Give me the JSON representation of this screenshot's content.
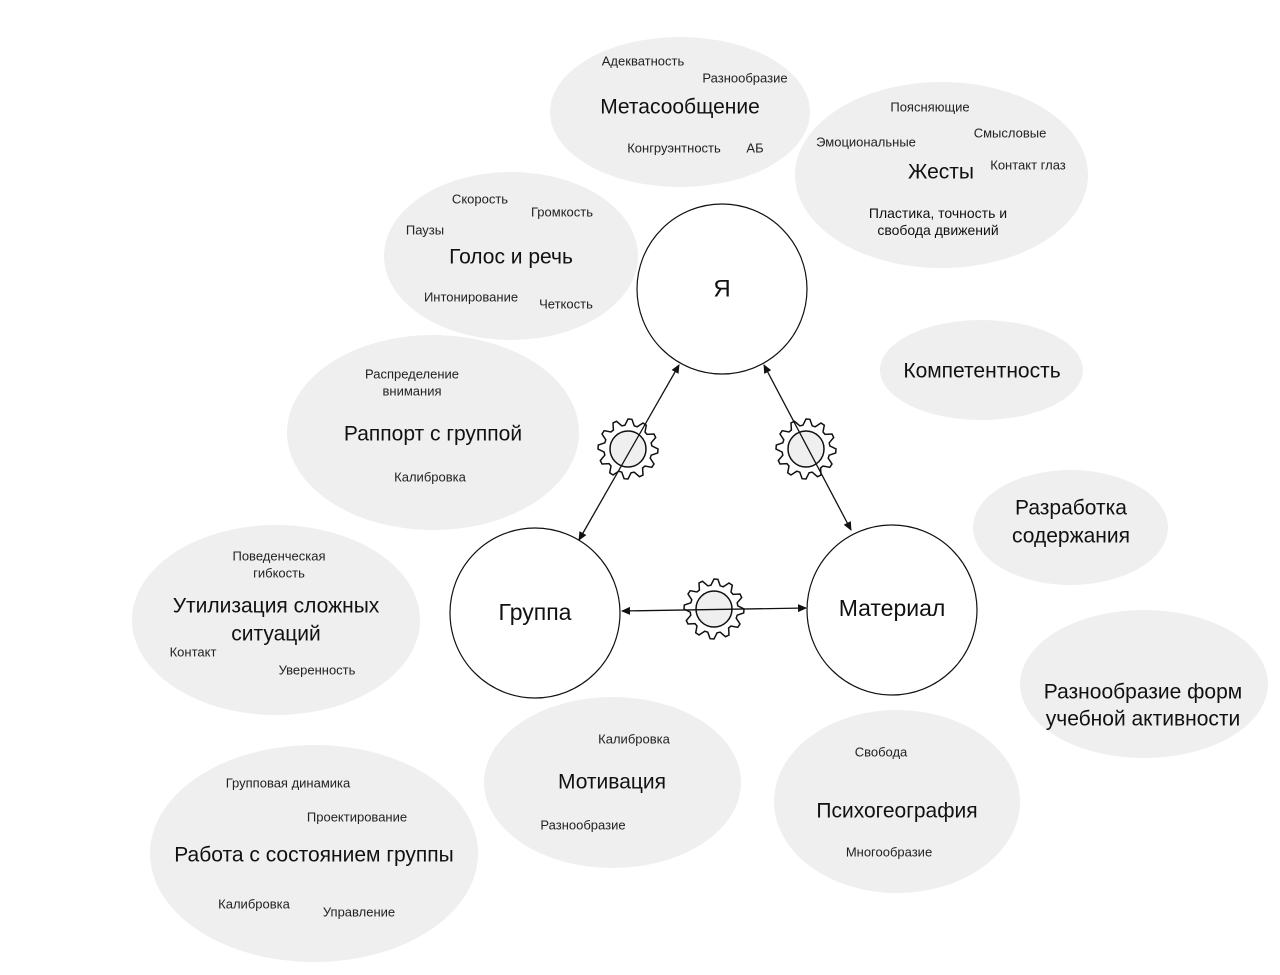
{
  "core": {
    "self": "Я",
    "group": "Группа",
    "material": "Материал"
  },
  "bubbles": {
    "meta": {
      "title": "Метасообщение",
      "items": [
        "Адекватность",
        "Разнообразие",
        "Конгруэнтность",
        "АБ"
      ]
    },
    "gestures": {
      "title": "Жесты",
      "items": [
        "Поясняющие",
        "Смысловые",
        "Эмоциональные",
        "Контакт глаз"
      ],
      "note_line1": "Пластика, точность и",
      "note_line2": "свобода  движений"
    },
    "voice": {
      "title": "Голос и речь",
      "items": [
        "Скорость",
        "Громкость",
        "Паузы",
        "Интонирование",
        "Четкость"
      ]
    },
    "competence": {
      "title": "Компетентность"
    },
    "rapport": {
      "title": "Раппорт с группой",
      "items": [
        "Распределение",
        "внимания",
        "Калибровка"
      ]
    },
    "content": {
      "title_line1": "Разработка",
      "title_line2": "содержания"
    },
    "utilization": {
      "title_line1": "Утилизация сложных",
      "title_line2": "ситуаций",
      "items": [
        "Поведенческая",
        "гибкость",
        "Контакт",
        "Уверенность"
      ]
    },
    "forms": {
      "title_line1": "Разнообразие форм",
      "title_line2": "учебной активности"
    },
    "motivation": {
      "title": "Мотивация",
      "items": [
        "Калибровка",
        "Разнообразие"
      ]
    },
    "psychogeo": {
      "title": "Психогеография",
      "items": [
        "Свобода",
        "Многообразие"
      ]
    },
    "groupstate": {
      "title": "Работа с состоянием группы",
      "items": [
        "Групповая динамика",
        "Проектирование",
        "Калибровка",
        "Управление"
      ]
    }
  },
  "colors": {
    "bubble": "#efefef",
    "gear_fill": "#efefef",
    "stroke": "#111111"
  }
}
